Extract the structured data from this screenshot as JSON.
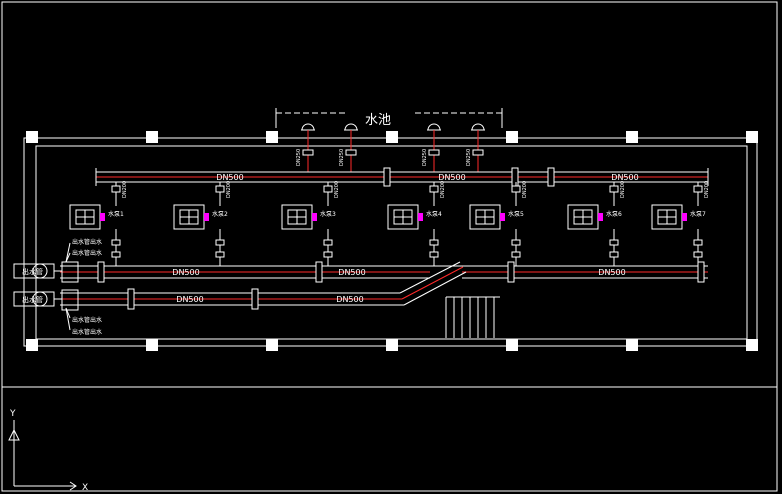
{
  "drawing": {
    "pool_label": "水池",
    "header_pipe_labels": [
      "DN500",
      "DN500",
      "DN500"
    ],
    "lower_pipe_labels": [
      "DN500",
      "DN500",
      "DN500"
    ],
    "bottom_pipe_labels": [
      "DN500",
      "DN500"
    ],
    "inlet_labels": [
      "出水管",
      "出水管"
    ],
    "callouts": [
      "出水管出水",
      "出水管出水",
      "出水管出水",
      "出水管出水"
    ],
    "pumps": [
      {
        "tag": "水泵1"
      },
      {
        "tag": "水泵2"
      },
      {
        "tag": "水泵3"
      },
      {
        "tag": "水泵4"
      },
      {
        "tag": "水泵5"
      },
      {
        "tag": "水泵6"
      },
      {
        "tag": "水泵7"
      }
    ],
    "pump_dn_labels": [
      "DN200",
      "DN200",
      "DN200",
      "DN200",
      "DN200",
      "DN200",
      "DN200"
    ],
    "intake_dn_labels": [
      "DN250",
      "DN250",
      "DN250",
      "DN250"
    ],
    "ucs_labels": {
      "y_axis": "Y",
      "x_axis": "X"
    }
  },
  "colors": {
    "background": "#000000",
    "line_white": "#ffffff",
    "pipe_red": "#ff2a2a",
    "accent_magenta": "#ff00ff",
    "dim_gray": "#bbbbbb"
  }
}
